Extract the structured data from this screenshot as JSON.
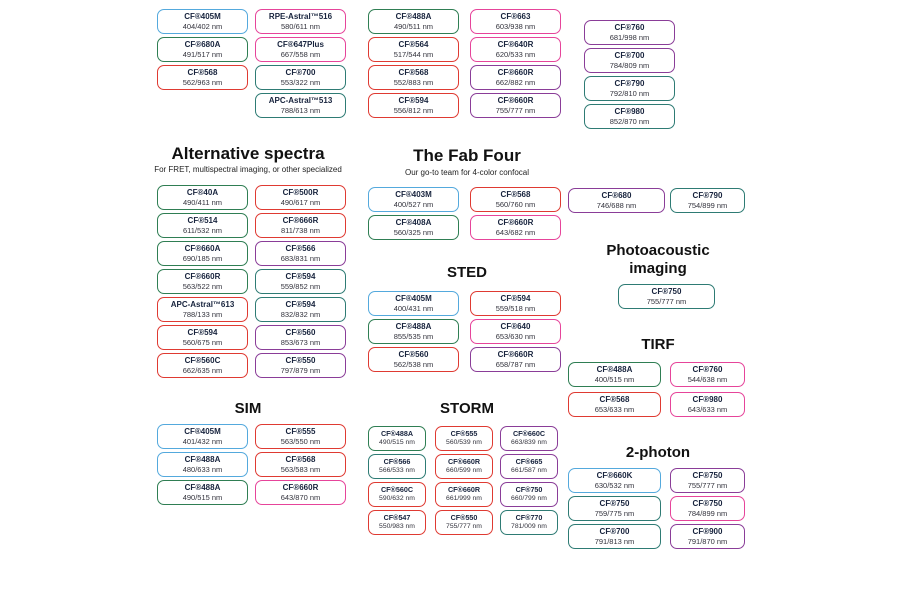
{
  "colors": {
    "blue": "#54a9dd",
    "green": "#2f7e53",
    "red": "#df3a32",
    "pink": "#e6449a",
    "purple": "#8a3d98",
    "teal": "#2e7b74"
  },
  "sections": {
    "top_grid": {
      "columns": [
        [
          {
            "name": "CF®405M",
            "value": "404/402 nm",
            "color": "blue"
          },
          {
            "name": "CF®680A",
            "value": "491/517 nm",
            "color": "green"
          },
          {
            "name": "CF®568",
            "value": "562/963 nm",
            "color": "red"
          }
        ],
        [
          {
            "name": "RPE-Astral™516",
            "value": "580/611 nm",
            "color": "pink"
          },
          {
            "name": "CF®647Plus",
            "value": "667/558 nm",
            "color": "pink"
          },
          {
            "name": "CF®700",
            "value": "553/322 nm",
            "color": "teal"
          },
          {
            "name": "APC-Astral™513",
            "value": "788/613 nm",
            "color": "teal"
          }
        ],
        [
          {
            "name": "CF®488A",
            "value": "490/511 nm",
            "color": "green"
          },
          {
            "name": "CF®564",
            "value": "517/544 nm",
            "color": "red"
          },
          {
            "name": "CF®568",
            "value": "552/883 nm",
            "color": "red"
          },
          {
            "name": "CF®594",
            "value": "556/812 nm",
            "color": "red"
          }
        ],
        [
          {
            "name": "CF®663",
            "value": "603/938 nm",
            "color": "pink"
          },
          {
            "name": "CF®640R",
            "value": "620/533 nm",
            "color": "pink"
          },
          {
            "name": "CF®660R",
            "value": "662/882 nm",
            "color": "purple"
          },
          {
            "name": "CF®660R",
            "value": "755/777 nm",
            "color": "purple"
          }
        ],
        [
          {
            "name": "CF®760",
            "value": "681/998 nm",
            "color": "purple"
          },
          {
            "name": "CF®700",
            "value": "784/809 nm",
            "color": "purple"
          },
          {
            "name": "CF®790",
            "value": "792/810 nm",
            "color": "teal"
          },
          {
            "name": "CF®980",
            "value": "852/870 nm",
            "color": "teal"
          }
        ]
      ]
    },
    "alternative_spectra": {
      "title": "Alternative spectra",
      "subtitle": "For FRET, multispectral imaging, or other specialized",
      "columns": [
        [
          {
            "name": "CF®40A",
            "value": "490/411 nm",
            "color": "green"
          },
          {
            "name": "CF®514",
            "value": "611/532 nm",
            "color": "green"
          },
          {
            "name": "CF®660A",
            "value": "690/185 nm",
            "color": "green"
          },
          {
            "name": "CF®660R",
            "value": "563/522 nm",
            "color": "green"
          },
          {
            "name": "APC-Astral™613",
            "value": "788/133 nm",
            "color": "red"
          },
          {
            "name": "CF®594",
            "value": "560/675 nm",
            "color": "red"
          },
          {
            "name": "CF®560C",
            "value": "662/635 nm",
            "color": "red"
          }
        ],
        [
          {
            "name": "CF®500R",
            "value": "490/617 nm",
            "color": "red"
          },
          {
            "name": "CF®666R",
            "value": "811/738 nm",
            "color": "red"
          },
          {
            "name": "CF®566",
            "value": "683/831 nm",
            "color": "purple"
          },
          {
            "name": "CF®594",
            "value": "559/852 nm",
            "color": "teal"
          },
          {
            "name": "CF®594",
            "value": "832/832 nm",
            "color": "teal"
          },
          {
            "name": "CF®560",
            "value": "853/673 nm",
            "color": "purple"
          },
          {
            "name": "CF®550",
            "value": "797/879 nm",
            "color": "purple"
          }
        ]
      ]
    },
    "fab_four": {
      "title": "The Fab Four",
      "subtitle": "Our go-to team for 4-color confocal",
      "columns": [
        [
          {
            "name": "CF®403M",
            "value": "400/527 nm",
            "color": "blue"
          },
          {
            "name": "CF®408A",
            "value": "560/325 nm",
            "color": "green"
          }
        ],
        [
          {
            "name": "CF®568",
            "value": "560/760 nm",
            "color": "red"
          },
          {
            "name": "CF®660R",
            "value": "643/682 nm",
            "color": "pink"
          }
        ]
      ]
    },
    "sted": {
      "title": "STED",
      "columns": [
        [
          {
            "name": "CF®405M",
            "value": "400/431 nm",
            "color": "blue"
          },
          {
            "name": "CF®488A",
            "value": "855/535 nm",
            "color": "green"
          },
          {
            "name": "CF®560",
            "value": "562/538 nm",
            "color": "red"
          }
        ],
        [
          {
            "name": "CF®594",
            "value": "559/518 nm",
            "color": "red"
          },
          {
            "name": "CF®640",
            "value": "653/630 nm",
            "color": "pink"
          },
          {
            "name": "CF®660R",
            "value": "658/787 nm",
            "color": "purple"
          }
        ]
      ]
    },
    "sim": {
      "title": "SIM",
      "columns": [
        [
          {
            "name": "CF®405M",
            "value": "401/432 nm",
            "color": "blue"
          },
          {
            "name": "CF®488A",
            "value": "480/633 nm",
            "color": "blue"
          },
          {
            "name": "CF®488A",
            "value": "490/515 nm",
            "color": "green"
          }
        ],
        [
          {
            "name": "CF®555",
            "value": "563/550 nm",
            "color": "red"
          },
          {
            "name": "CF®568",
            "value": "563/583 nm",
            "color": "red"
          },
          {
            "name": "CF®660R",
            "value": "643/870 nm",
            "color": "pink"
          }
        ]
      ]
    },
    "storm": {
      "title": "STORM",
      "columns": [
        [
          {
            "name": "CF®488A",
            "value": "490/515 nm",
            "color": "green"
          },
          {
            "name": "CF®566",
            "value": "566/533 nm",
            "color": "teal"
          },
          {
            "name": "CF®560C",
            "value": "590/632 nm",
            "color": "red"
          },
          {
            "name": "CF®547",
            "value": "550/983 nm",
            "color": "red"
          }
        ],
        [
          {
            "name": "CF®555",
            "value": "560/539 nm",
            "color": "red"
          },
          {
            "name": "CF®660R",
            "value": "660/599 nm",
            "color": "red"
          },
          {
            "name": "CF®660R",
            "value": "661/999 nm",
            "color": "red"
          },
          {
            "name": "CF®550",
            "value": "755/777 nm",
            "color": "red"
          }
        ],
        [
          {
            "name": "CF®660C",
            "value": "663/839 nm",
            "color": "purple"
          },
          {
            "name": "CF®665",
            "value": "661/587 nm",
            "color": "purple"
          },
          {
            "name": "CF®750",
            "value": "660/799 nm",
            "color": "purple"
          },
          {
            "name": "CF®770",
            "value": "781/009 nm",
            "color": "teal"
          }
        ]
      ]
    },
    "nir_pair": {
      "columns": [
        [
          {
            "name": "CF®680",
            "value": "746/688 nm",
            "color": "purple"
          }
        ],
        [
          {
            "name": "CF®790",
            "value": "754/899 nm",
            "color": "teal"
          }
        ]
      ]
    },
    "photoacoustic": {
      "title_line1": "Photoacoustic",
      "title_line2": "imaging",
      "columns": [
        [
          {
            "name": "CF®750",
            "value": "755/777 nm",
            "color": "teal"
          }
        ]
      ]
    },
    "tirf": {
      "title": "TIRF",
      "columns": [
        [
          {
            "name": "CF®488A",
            "value": "400/515 nm",
            "color": "green"
          },
          {
            "name": "CF®568",
            "value": "653/633 nm",
            "color": "red"
          }
        ],
        [
          {
            "name": "CF®760",
            "value": "544/638 nm",
            "color": "pink"
          },
          {
            "name": "CF®980",
            "value": "643/633 nm",
            "color": "pink"
          }
        ]
      ]
    },
    "two_photon": {
      "title": "2-photon",
      "columns": [
        [
          {
            "name": "CF®660K",
            "value": "630/532 nm",
            "color": "blue"
          },
          {
            "name": "CF®750",
            "value": "759/775 nm",
            "color": "teal"
          },
          {
            "name": "CF®700",
            "value": "791/813 nm",
            "color": "teal"
          }
        ],
        [
          {
            "name": "CF®750",
            "value": "755/777 nm",
            "color": "purple"
          },
          {
            "name": "CF®750",
            "value": "784/899 nm",
            "color": "pink"
          },
          {
            "name": "CF®900",
            "value": "791/870 nm",
            "color": "purple"
          }
        ]
      ]
    }
  }
}
